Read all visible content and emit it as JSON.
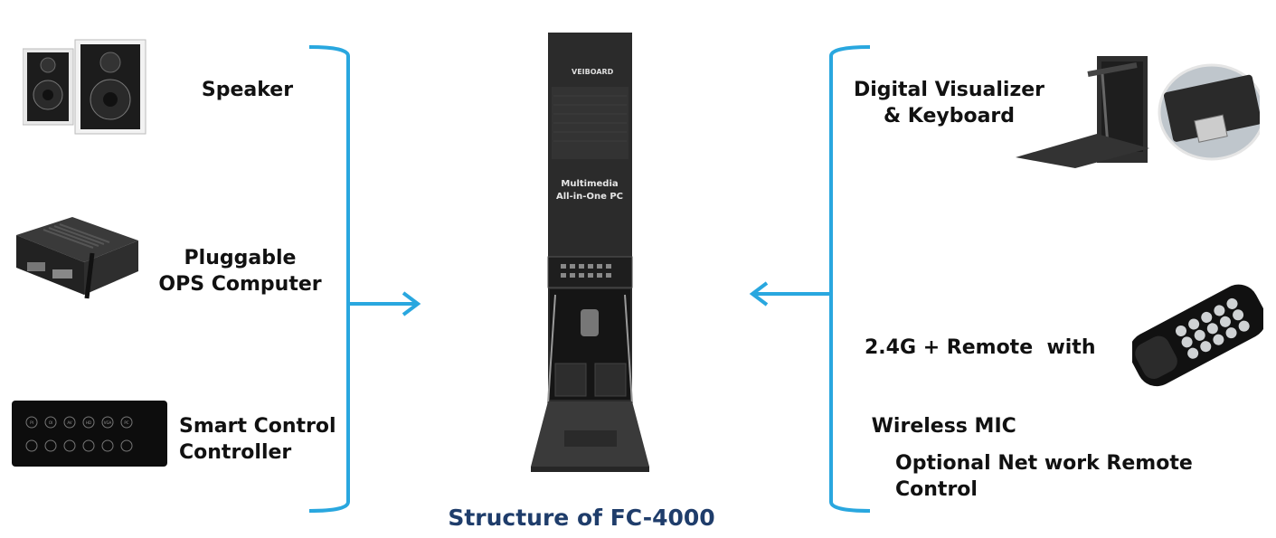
{
  "left_items": [
    {
      "lines": [
        "Speaker"
      ]
    },
    {
      "lines": [
        "Pluggable",
        "OPS Computer"
      ]
    },
    {
      "lines": [
        "Smart Control",
        "Controller"
      ]
    }
  ],
  "right_items": [
    {
      "lines": [
        "Digital Visualizer",
        "& Keyboard"
      ]
    },
    {
      "lines": [
        "2.4G + Remote  with",
        " Wireless MIC"
      ]
    },
    {
      "lines": [
        "Optional Net work Remote",
        "Control"
      ]
    }
  ],
  "product": {
    "brand": "VEIBOARD",
    "panel_text": [
      "Multimedia",
      "All-in-One PC"
    ]
  },
  "controller_buttons": [
    "PI",
    "OI",
    "AV",
    "HD",
    "VGA",
    "PC",
    "",
    "",
    "",
    "",
    "",
    ""
  ],
  "caption": "Structure of FC-4000",
  "colors": {
    "accent": "#29a7df",
    "caption": "#1f3d6b",
    "device": "#2b2b2b"
  }
}
